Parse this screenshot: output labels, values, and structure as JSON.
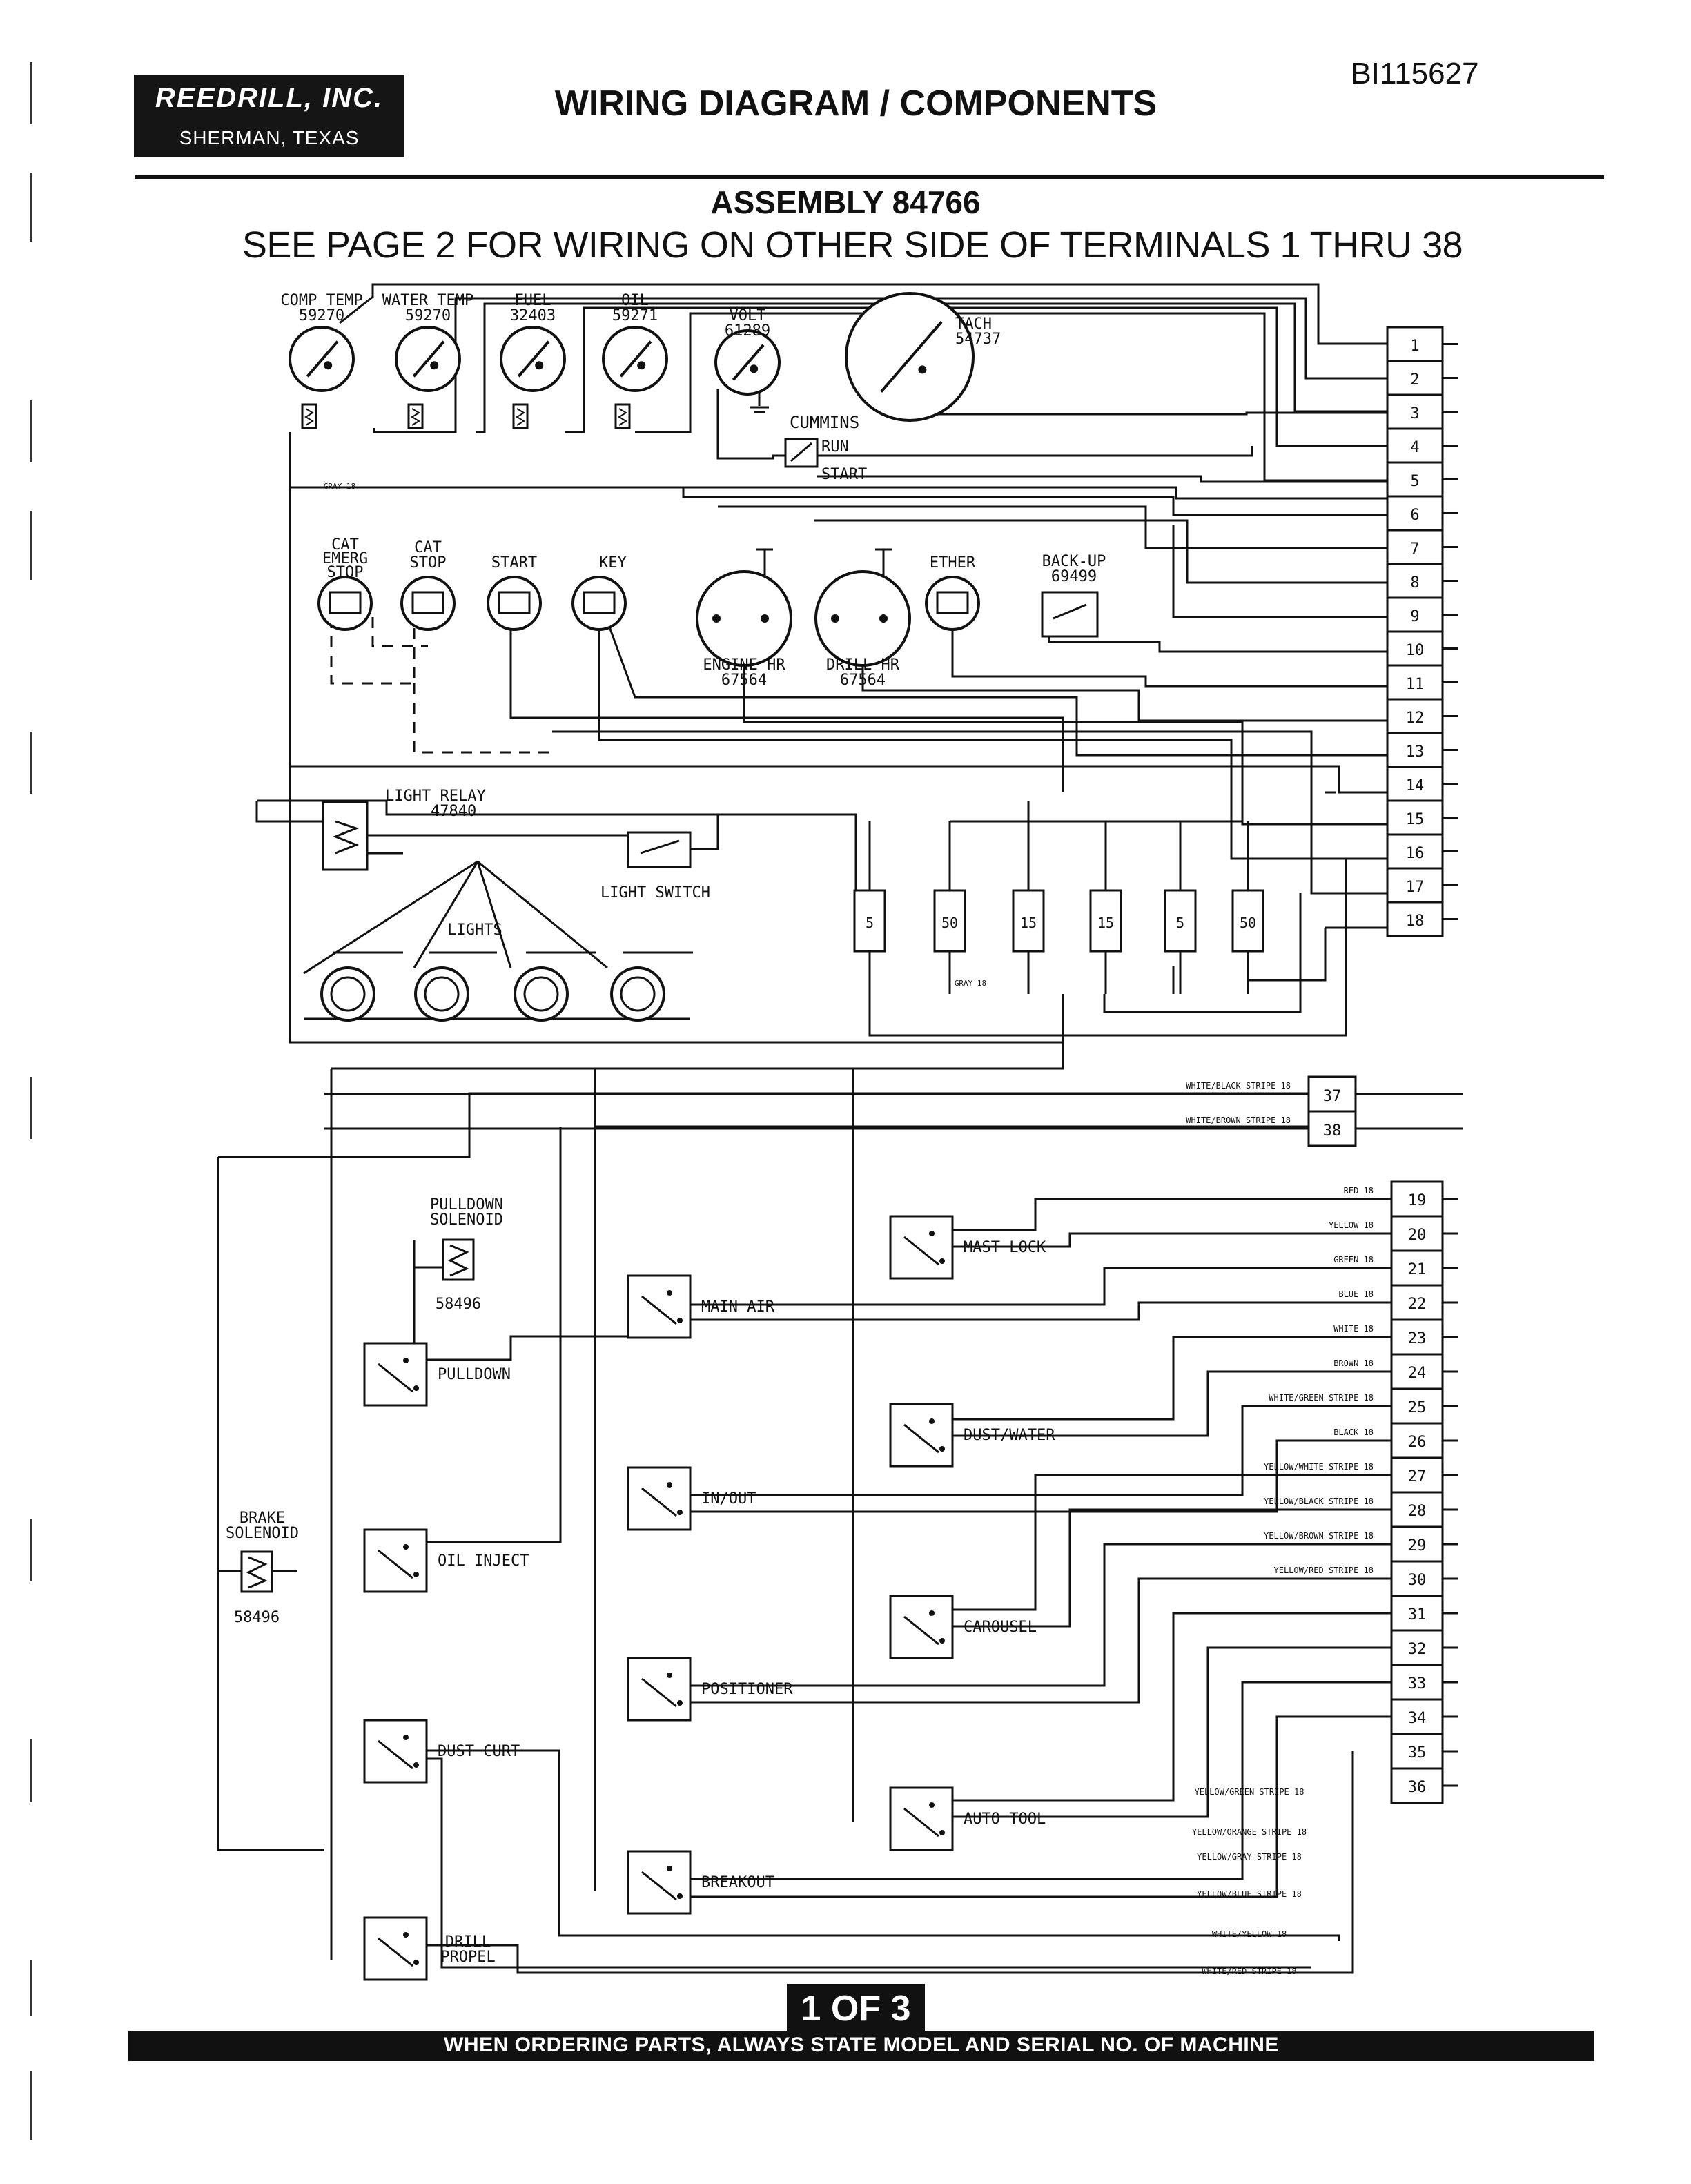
{
  "header": {
    "company": "REEDRILL, INC.",
    "city": "SHERMAN, TEXAS",
    "title": "WIRING DIAGRAM / COMPONENTS",
    "doc_id": "BI115627",
    "assembly": "ASSEMBLY 84766",
    "note": "SEE PAGE 2 FOR WIRING ON OTHER SIDE OF TERMINALS 1 THRU 38"
  },
  "gauges": [
    {
      "name": "COMP TEMP",
      "part": "59270"
    },
    {
      "name": "WATER TEMP",
      "part": "59270"
    },
    {
      "name": "FUEL",
      "part": "32403"
    },
    {
      "name": "OIL",
      "part": "59271"
    },
    {
      "name": "VOLT",
      "part": "61289"
    },
    {
      "name": "TACH",
      "part": "54737"
    }
  ],
  "cummins": {
    "title": "CUMMINS",
    "run": "RUN",
    "start": "START"
  },
  "switches": [
    {
      "name": "CAT EMERG STOP"
    },
    {
      "name": "CAT STOP"
    },
    {
      "name": "START"
    },
    {
      "name": "KEY"
    },
    {
      "name": "ETHER"
    }
  ],
  "hour_meters": [
    {
      "name": "ENGINE HR",
      "part": "67564"
    },
    {
      "name": "DRILL HR",
      "part": "67564"
    }
  ],
  "backup": {
    "name": "BACK-UP",
    "part": "69499"
  },
  "light_relay": {
    "name": "LIGHT RELAY",
    "part": "47840"
  },
  "light_switch": "LIGHT SWITCH",
  "lights_label": "LIGHTS",
  "wire_gray_upper": "GRAY 18",
  "wire_gray_lower": "GRAY 18",
  "fuses": [
    "5",
    "50",
    "15",
    "15",
    "5",
    "50"
  ],
  "terminals_upper": [
    "1",
    "2",
    "3",
    "4",
    "5",
    "6",
    "7",
    "8",
    "9",
    "10",
    "11",
    "12",
    "13",
    "14",
    "15",
    "16",
    "17",
    "18"
  ],
  "terminals_mid": [
    {
      "num": "37",
      "wire": "WHITE/BLACK STRIPE 18"
    },
    {
      "num": "38",
      "wire": "WHITE/BROWN STRIPE 18"
    }
  ],
  "terminals_lower": [
    {
      "num": "19",
      "wire": "RED 18"
    },
    {
      "num": "20",
      "wire": "YELLOW 18"
    },
    {
      "num": "21",
      "wire": "GREEN 18"
    },
    {
      "num": "22",
      "wire": "BLUE 18"
    },
    {
      "num": "23",
      "wire": "WHITE 18"
    },
    {
      "num": "24",
      "wire": "BROWN 18"
    },
    {
      "num": "25",
      "wire": "WHITE/GREEN STRIPE 18"
    },
    {
      "num": "26",
      "wire": "BLACK 18"
    },
    {
      "num": "27",
      "wire": "YELLOW/WHITE STRIPE 18"
    },
    {
      "num": "28",
      "wire": "YELLOW/BLACK STRIPE 18"
    },
    {
      "num": "29",
      "wire": "YELLOW/BROWN STRIPE 18"
    },
    {
      "num": "30",
      "wire": "YELLOW/RED STRIPE 18"
    },
    {
      "num": "31",
      "wire": ""
    },
    {
      "num": "32",
      "wire": ""
    },
    {
      "num": "33",
      "wire": ""
    },
    {
      "num": "34",
      "wire": ""
    },
    {
      "num": "35",
      "wire": ""
    },
    {
      "num": "36",
      "wire": ""
    }
  ],
  "lower_wires": [
    "YELLOW/GREEN STRIPE 18",
    "YELLOW/ORANGE STRIPE 18",
    "YELLOW/GRAY STRIPE 18",
    "YELLOW/BLUE STRIPE 18",
    "WHITE/YELLOW 18",
    "WHITE/RED STRIPE 18"
  ],
  "pulldown_solenoid": {
    "name": "PULLDOWN SOLENOID",
    "part": "58496"
  },
  "brake_solenoid": {
    "name": "BRAKE SOLENOID",
    "part": "58496"
  },
  "control_switches": [
    "MAST LOCK",
    "MAIN AIR",
    "PULLDOWN",
    "DUST/WATER",
    "IN/OUT",
    "OIL INJECT",
    "CAROUSEL",
    "POSITIONER",
    "DUST CURT",
    "AUTO TOOL",
    "BREAKOUT",
    "DRILL PROPEL"
  ],
  "footer": {
    "page": "1 OF 3",
    "notice": "WHEN ORDERING PARTS, ALWAYS STATE MODEL AND SERIAL NO. OF MACHINE"
  }
}
